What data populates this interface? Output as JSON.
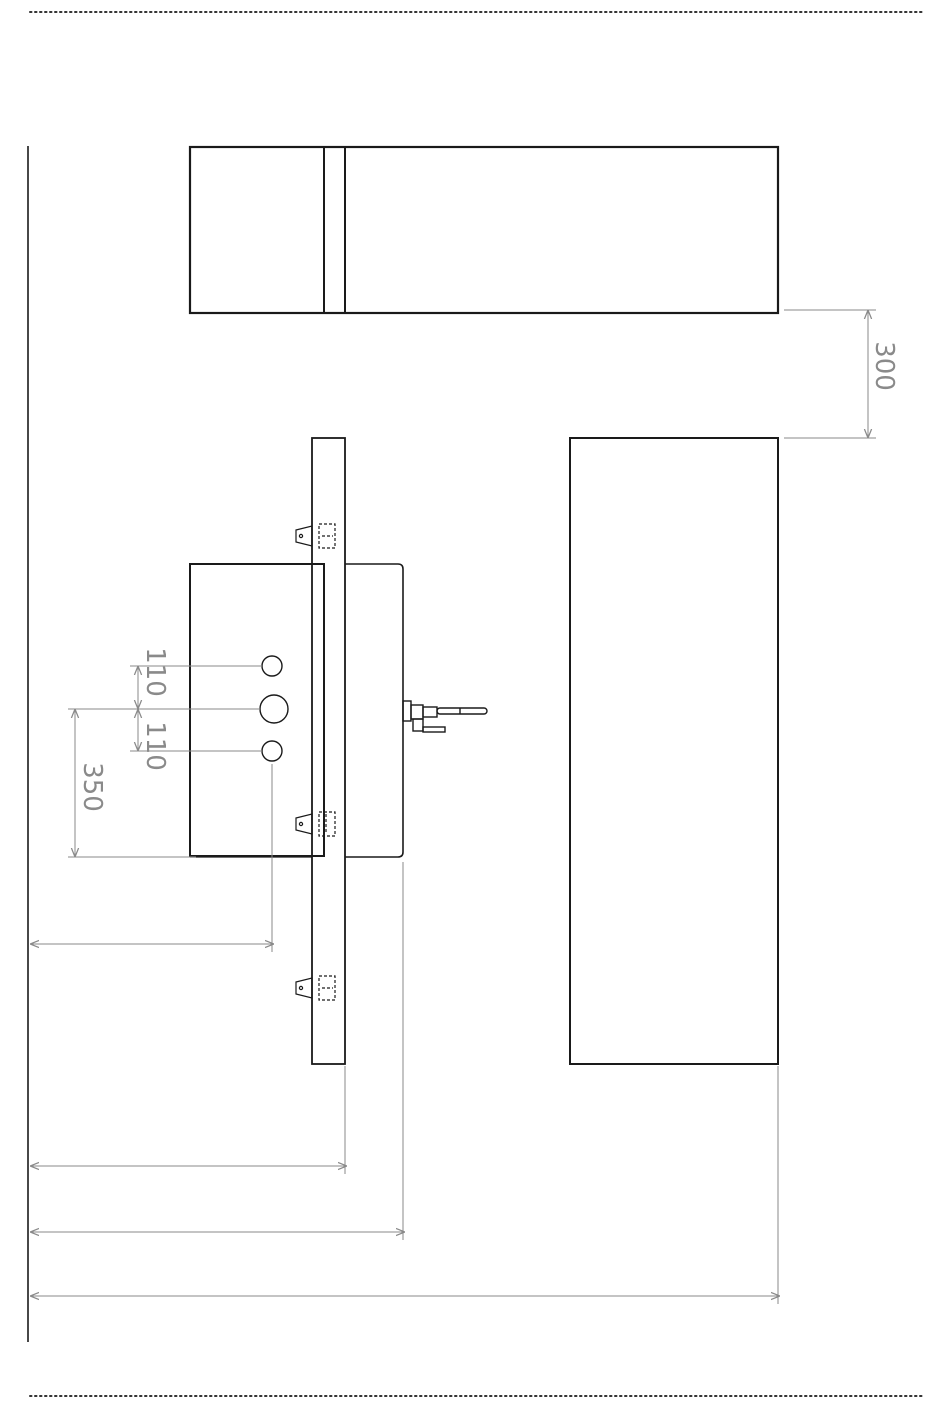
{
  "colors": {
    "outline": "#1a1a1a",
    "dimension": "#8a8a8a",
    "border_dots": "#333333",
    "background": "#ffffff"
  },
  "dimensions": {
    "gap_cabinets": "300",
    "valve_spacing_top": "110",
    "valve_spacing_bottom": "110",
    "valve_height": "350"
  }
}
